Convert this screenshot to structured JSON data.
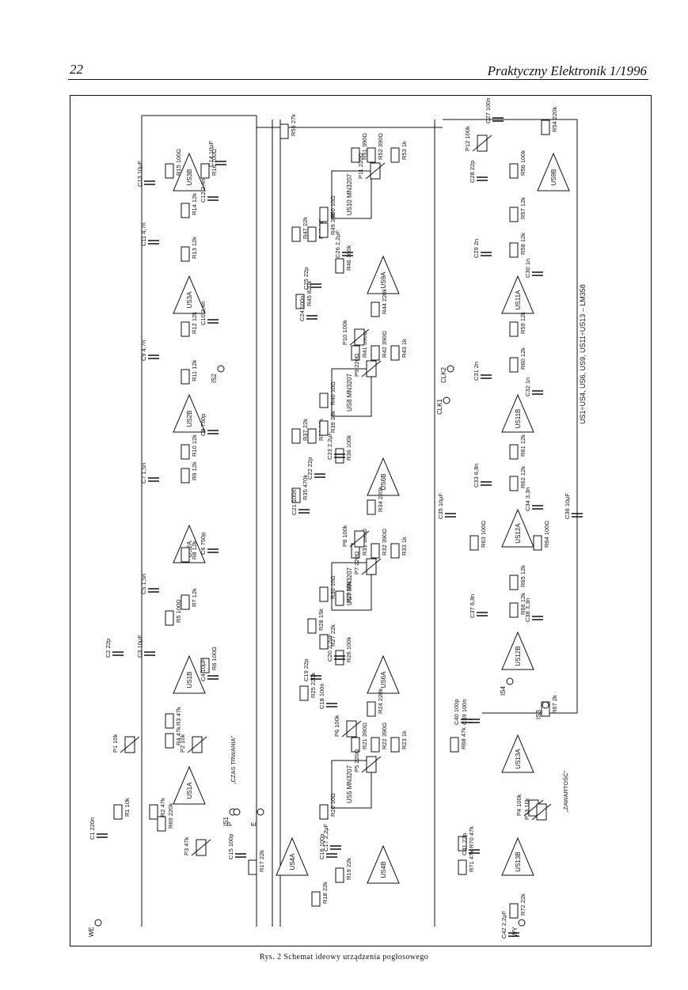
{
  "header": {
    "page_number": "22",
    "journal": "Praktyczny Elektronik 1/1996"
  },
  "figure": {
    "caption": "Rys. 2 Schemat ideowy urządzenia pogłosowego",
    "ic_note": "US1÷US4, US6, US9, US11÷US13 – LM358",
    "ics": [
      "US1A",
      "US1B",
      "US2A",
      "US2B",
      "US3A",
      "US3B",
      "US4A",
      "US4B",
      "US5",
      "US6A",
      "US6B",
      "US7",
      "US8",
      "US9A",
      "US9B",
      "US10",
      "US11A",
      "US11B",
      "US12A",
      "US12B",
      "US13A",
      "US13B"
    ],
    "bbd": [
      "US5 MN3207",
      "US7 MN3207",
      "US8 MN3207",
      "US10 MN3207"
    ],
    "resistors": [
      "R1 10k",
      "R2 47k",
      "R3 47k",
      "R4 47k",
      "R5 100Ω",
      "R6 100Ω",
      "R7 12k",
      "R8 12k",
      "R9 12k",
      "R10 12k",
      "R11 12k",
      "R12 12k",
      "R13 12k",
      "R14 12k",
      "R15 100Ω",
      "R16 100Ω",
      "R17 22k",
      "R18 22k",
      "R19 22k",
      "R20 10Ω",
      "R21 390Ω",
      "R22 390Ω",
      "R23 1k",
      "R24 220k",
      "R25 220k",
      "R26 100k",
      "R27 22k",
      "R28 15k",
      "R29 33k",
      "R30 10Ω",
      "R31 390Ω",
      "R32 390Ω",
      "R33 1k",
      "R34 220k",
      "R35 470k",
      "R36 100k",
      "R37 22k",
      "R38 22k",
      "R39 33k",
      "R40 10Ω",
      "R41 390Ω",
      "R42 390Ω",
      "R43 1k",
      "R44 220k",
      "R45 820k",
      "R46 100k",
      "R47 22k",
      "R48 18k",
      "R49 33k",
      "R50 10Ω",
      "R51 390Ω",
      "R52 390Ω",
      "R53 1k",
      "R54 220k",
      "R55 27k",
      "R56 100k",
      "R57 12k",
      "R58 12k",
      "R59 12k",
      "R60 12k",
      "R61 12k",
      "R62 12k",
      "R63 100Ω",
      "R64 100Ω",
      "R65 12k",
      "R66 12k",
      "R67 2k",
      "R68 47k",
      "R69 220k",
      "R70 47k",
      "R71 47k",
      "R72 22k"
    ],
    "capacitors": [
      "C1 220n",
      "C2 22p",
      "C3 10μF",
      "C4 10μF",
      "C5 1,5n",
      "C6 750p",
      "C7 1,5n",
      "C8 750p",
      "C9 4,7n",
      "C10 2,4n",
      "C11 4,7n",
      "C12 2,4n",
      "C13 10μF",
      "C14 10μF",
      "C15 100p",
      "C16 100p",
      "C17 2,2μF",
      "C18 100n",
      "C19 22p",
      "C20 2,2μF",
      "C21 100n",
      "C22 22p",
      "C23 2,2μF",
      "C24 100n",
      "C25 22p",
      "C26 2,2μF",
      "C27 100n",
      "C28 22p",
      "C29 2n",
      "C30 1n",
      "C31 2n",
      "C32 1n",
      "C33 6,8n",
      "C34 3,3n",
      "C35 10μF",
      "C36 10μF",
      "C37 6,8n",
      "C38 3,3n",
      "C39 100n",
      "C40 100p",
      "C41 22p",
      "C42 2,2μF"
    ],
    "pots": [
      "P1 10k",
      "P2 10k",
      "P3 47k",
      "P4 100k",
      "P5 220Ω",
      "P6 100k",
      "P7 220Ω",
      "P8 100k",
      "P9 220Ω",
      "P10 100k",
      "P11 220Ω",
      "P12 100k",
      "P13 10k"
    ],
    "connectors": [
      "WE",
      "WY",
      "IS1",
      "IS2",
      "IS3",
      "IS4",
      "CLK1",
      "CLK2",
      "P",
      "E"
    ],
    "controls": [
      "„CZAS TRWANIA”",
      "„ZAWARTOŚĆ”"
    ]
  }
}
